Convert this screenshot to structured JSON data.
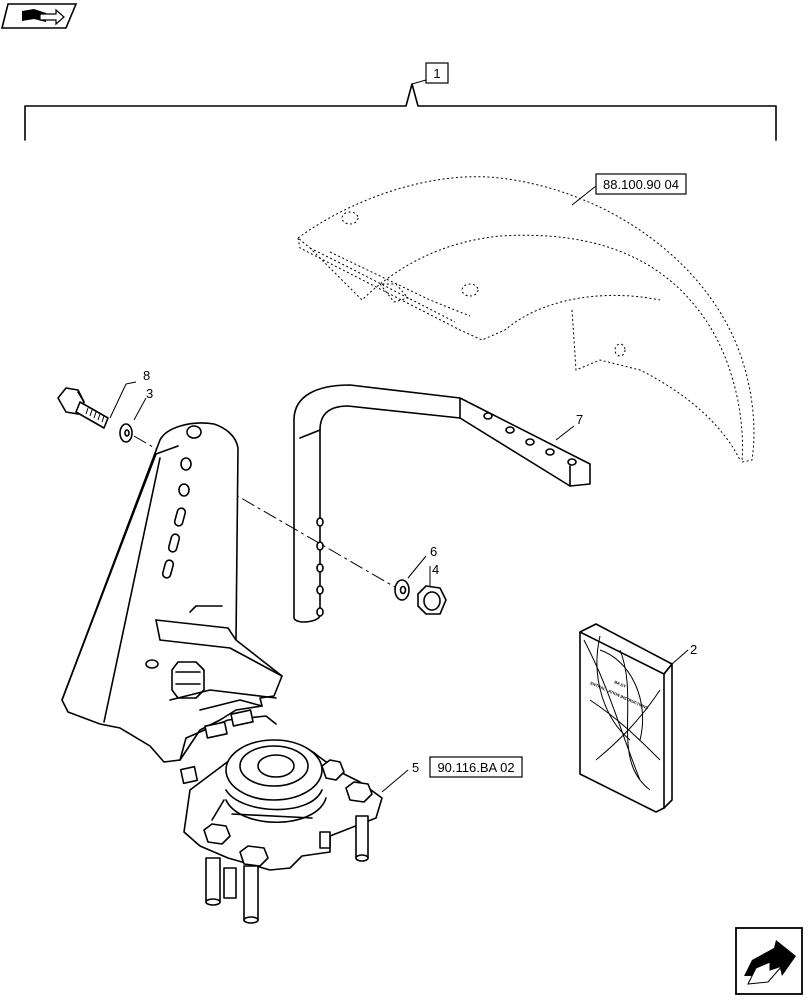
{
  "callouts": {
    "c1": "1",
    "c2": "2",
    "c3": "3",
    "c4": "4",
    "c5": "5",
    "c6": "6",
    "c7": "7",
    "c8": "8"
  },
  "references": {
    "fender_ref": "88.100.90 04",
    "hitch_ref": "90.116.BA 02"
  },
  "icons": {
    "top_left": "book-arrow-icon",
    "bottom_right": "next-page-arrow-icon"
  }
}
